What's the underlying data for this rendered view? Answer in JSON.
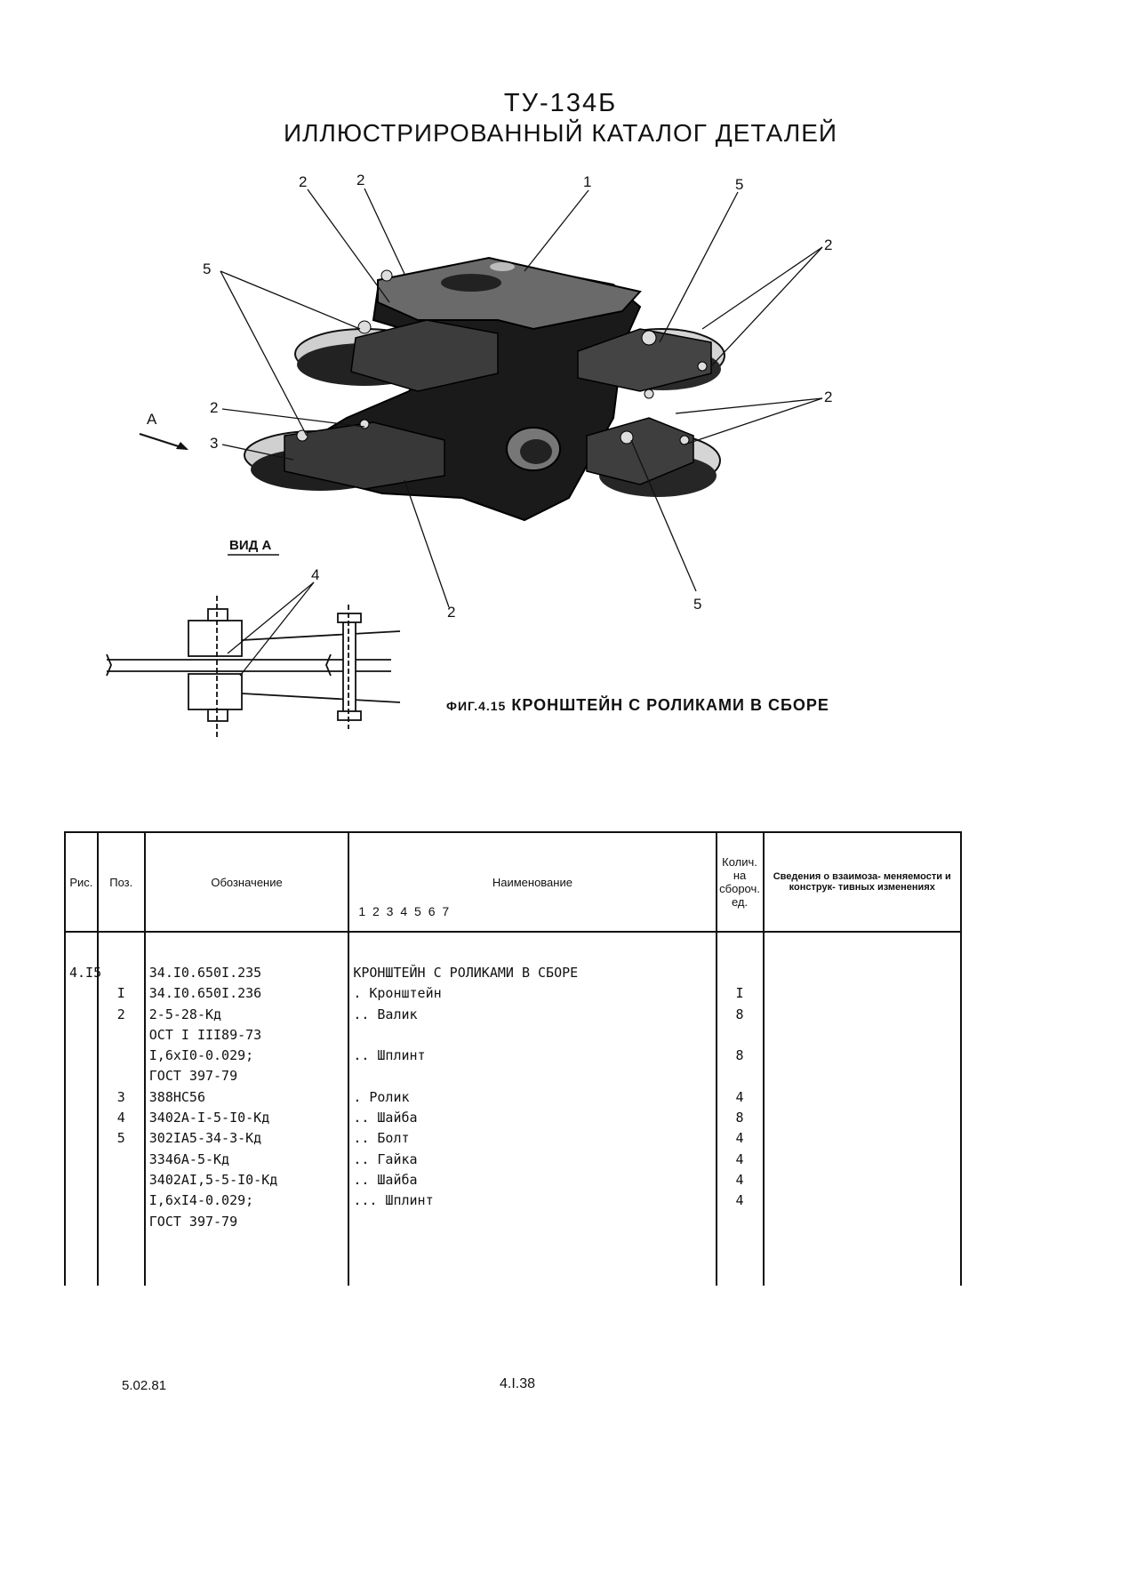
{
  "header": {
    "model": "ТУ-134Б",
    "title": "ИЛЛЮСТРИРОВАННЫЙ КАТАЛОГ ДЕТАЛЕЙ"
  },
  "figure": {
    "caption_prefix": "ФИГ.4.15",
    "caption_text": "КРОНШТЕЙН С РОЛИКАМИ В СБОРЕ",
    "view_label": "ВИД А",
    "arrow_label": "А",
    "callouts": [
      "1",
      "2",
      "3",
      "4",
      "5"
    ]
  },
  "table": {
    "headers": {
      "ris": "Рис.",
      "poz": "Поз.",
      "oboznachenie": "Обозначение",
      "naimenovanie": "Наименование",
      "levels": "1 2 3 4 5 6 7",
      "kolich": "Колич. на сбороч. ед.",
      "svedeniya": "Сведения о взаимоза- меняемости и конструк- тивных изменениях"
    },
    "rows": [
      {
        "ris": "4.I5",
        "poz": "",
        "oboz": "34.I0.650I.235",
        "naim": "КРОНШТЕЙН С РОЛИКАМИ В СБОРЕ",
        "kol": ""
      },
      {
        "ris": "",
        "poz": "I",
        "oboz": "34.I0.650I.236",
        "naim": ". Кронштейн",
        "kol": "I"
      },
      {
        "ris": "",
        "poz": "2",
        "oboz": "2-5-28-Кд",
        "naim": ".. Валик",
        "kol": "8"
      },
      {
        "ris": "",
        "poz": "",
        "oboz": "ОСТ I III89-73",
        "naim": "",
        "kol": ""
      },
      {
        "ris": "",
        "poz": "",
        "oboz": "I,6хI0-0.029;",
        "naim": ".. Шплинт",
        "kol": "8"
      },
      {
        "ris": "",
        "poz": "",
        "oboz": "ГОСТ 397-79",
        "naim": "",
        "kol": ""
      },
      {
        "ris": "",
        "poz": "3",
        "oboz": "388НС56",
        "naim": ". Ролик",
        "kol": "4"
      },
      {
        "ris": "",
        "poz": "4",
        "oboz": "3402А-I-5-I0-Кд",
        "naim": ".. Шайба",
        "kol": "8"
      },
      {
        "ris": "",
        "poz": "5",
        "oboz": "302IА5-34-3-Кд",
        "naim": ".. Болт",
        "kol": "4"
      },
      {
        "ris": "",
        "poz": "",
        "oboz": "3346А-5-Кд",
        "naim": ".. Гайка",
        "kol": "4"
      },
      {
        "ris": "",
        "poz": "",
        "oboz": "3402АI,5-5-I0-Кд",
        "naim": ".. Шайба",
        "kol": "4"
      },
      {
        "ris": "",
        "poz": "",
        "oboz": "I,6хI4-0.029;",
        "naim": "... Шплинт",
        "kol": "4"
      },
      {
        "ris": "",
        "poz": "",
        "oboz": "ГОСТ 397-79",
        "naim": "",
        "kol": ""
      }
    ]
  },
  "footer": {
    "date": "5.02.81",
    "page": "4.I.38"
  }
}
